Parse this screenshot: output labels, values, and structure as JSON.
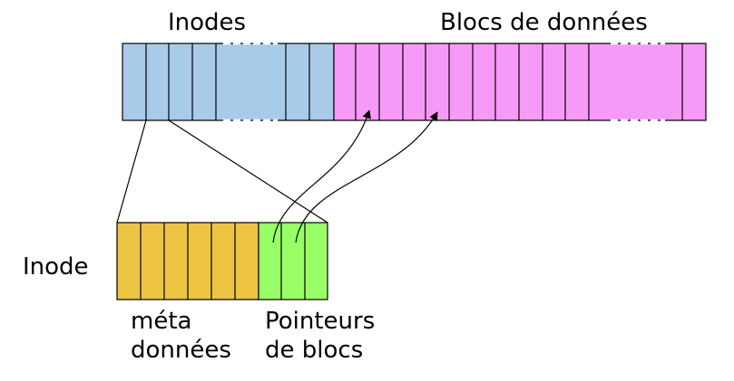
{
  "labels": {
    "inodes": "Inodes",
    "data_blocks": "Blocs de données",
    "inode": "Inode",
    "meta_line1": "méta",
    "meta_line2": "données",
    "pointers_line1": "Pointeurs",
    "pointers_line2": "de blocs"
  },
  "colors": {
    "inode_table": "#a9cbea",
    "data_blocks": "#f79af7",
    "metadata": "#eec443",
    "pointers": "#99ff66",
    "stroke": "#000000",
    "gap_dash": "#ffffff"
  }
}
